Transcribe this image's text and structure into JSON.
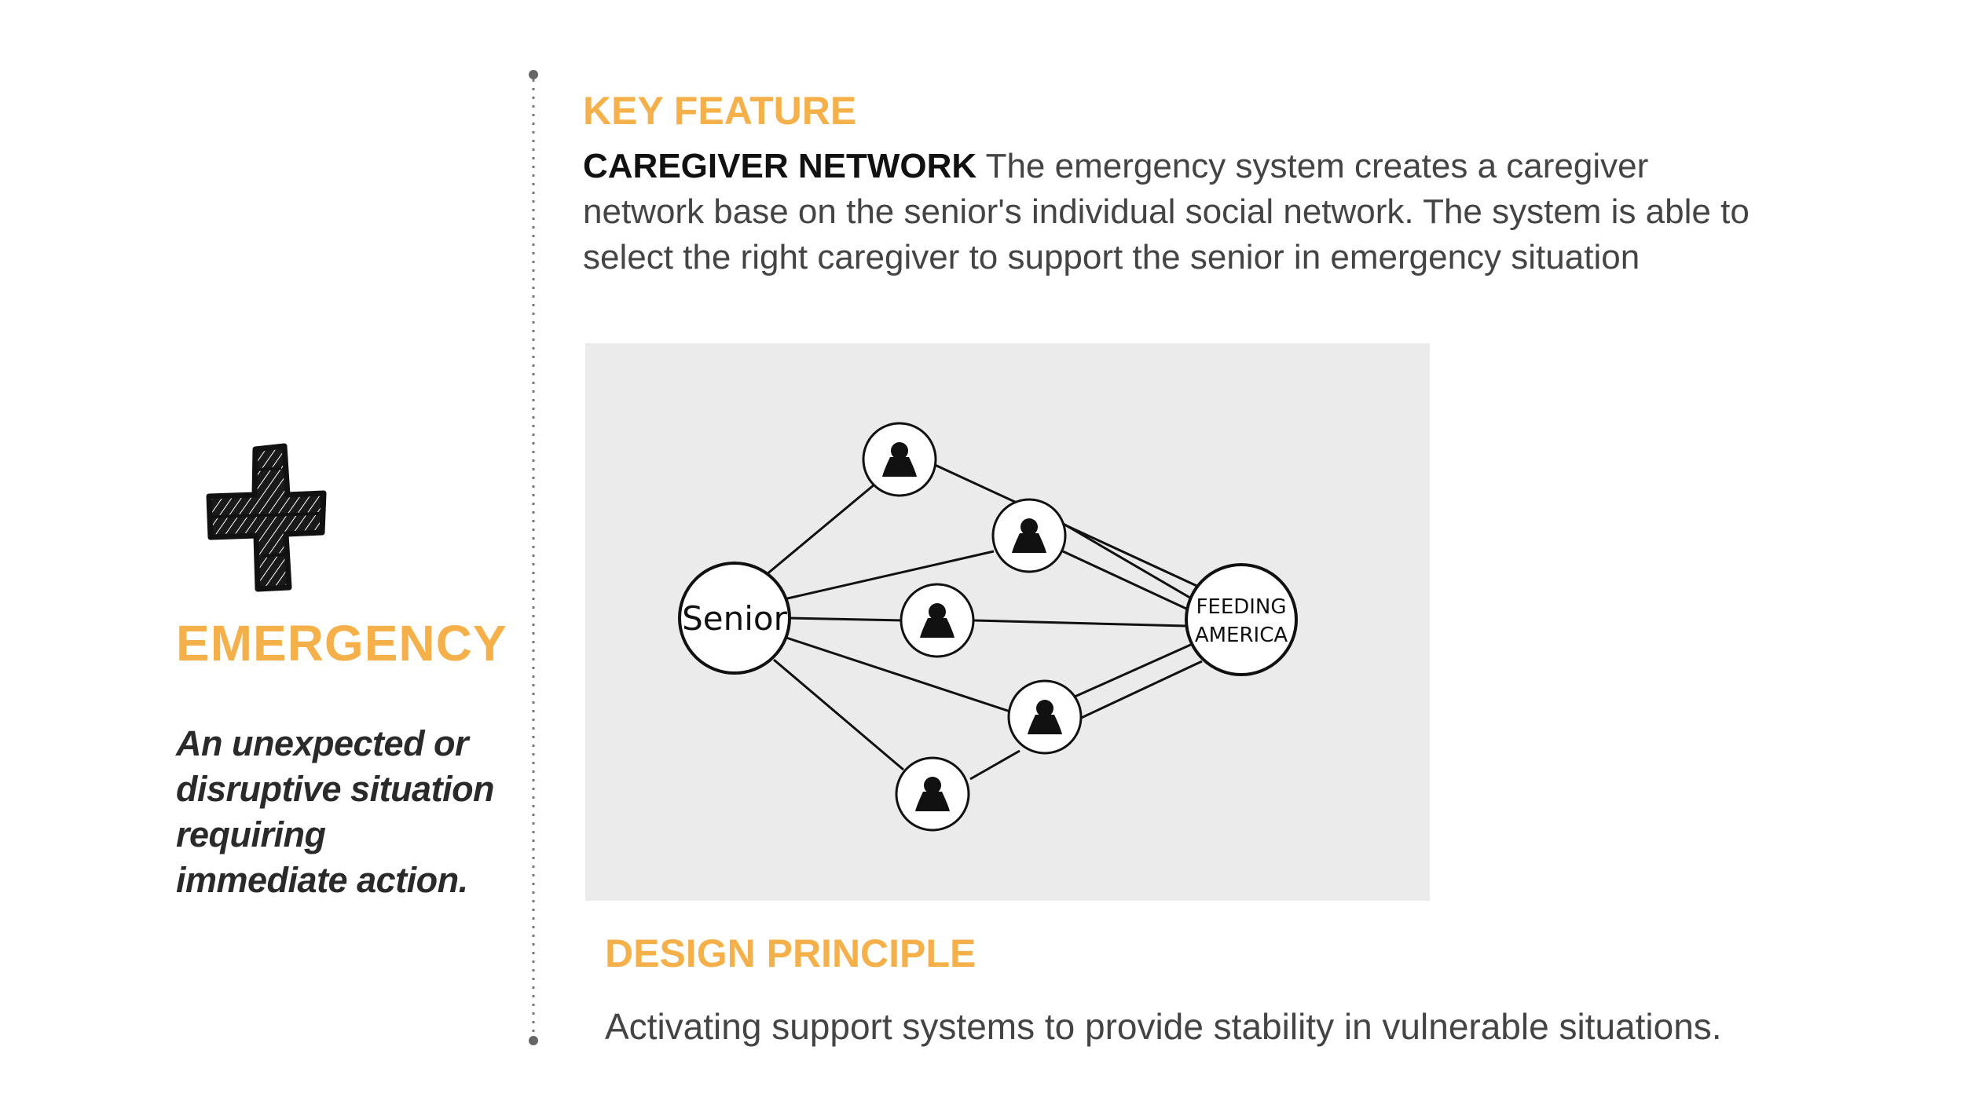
{
  "left_panel": {
    "icon": "hand-drawn-cross-icon",
    "title": "EMERGENCY",
    "definition": "An unexpected or disruptive situation requiring immediate action."
  },
  "key_feature": {
    "label": "KEY FEATURE",
    "name": "CAREGIVER NETWORK",
    "description": "The emergency system creates a caregiver network base on the senior's individual social network. The system is able to select the right caregiver to support the senior in emergency situation"
  },
  "diagram": {
    "senior_label": "Senior",
    "org_label_line1": "FEEDING",
    "org_label_line2": "AMERICA",
    "caregiver_icon": "person-icon",
    "caregiver_count": 5
  },
  "design_principle": {
    "label": "DESIGN PRINCIPLE",
    "text": "Activating support systems to provide stability in vulnerable situations."
  },
  "colors": {
    "accent": "#f5b04a",
    "diagram_background": "#ebebeb"
  }
}
